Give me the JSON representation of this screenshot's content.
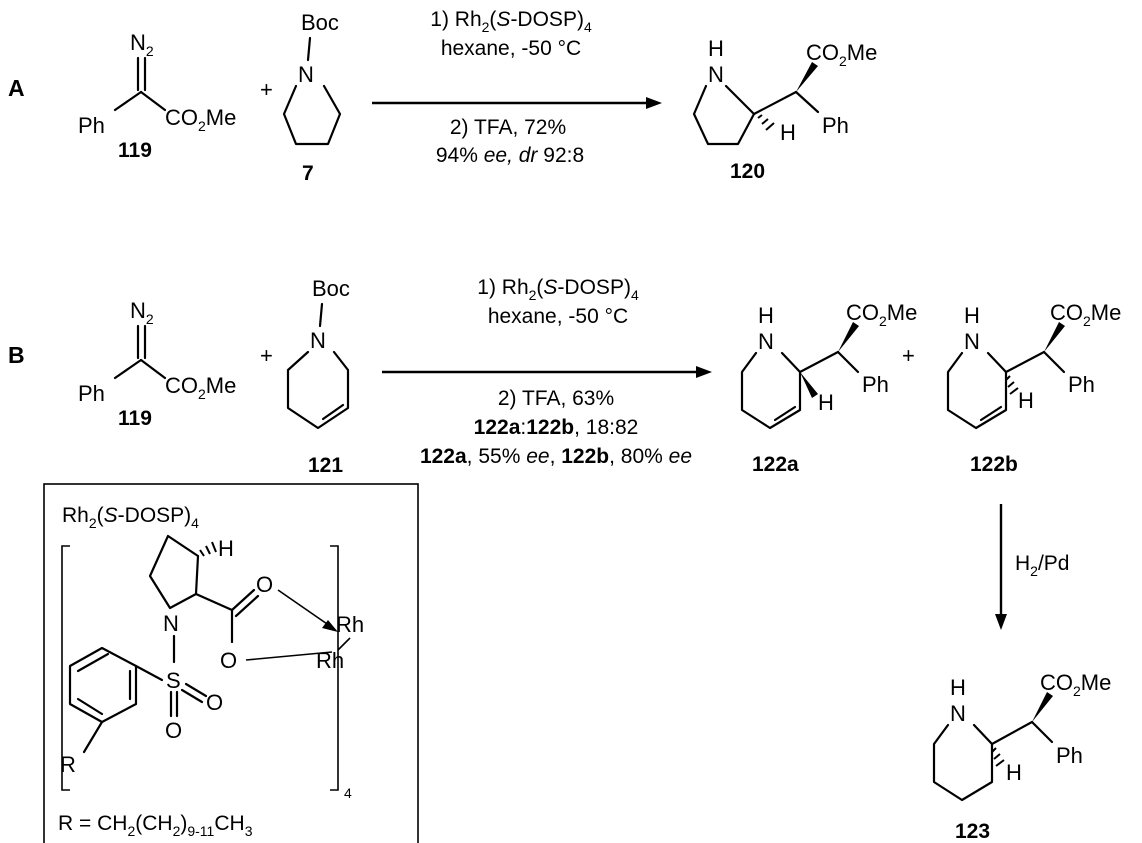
{
  "sections": {
    "a": "A",
    "b": "B"
  },
  "atoms": {
    "n2": "N",
    "n2_sub": "2",
    "ph": "Ph",
    "co2me_co": "CO",
    "co2me_sub": "2",
    "co2me_me": "Me",
    "boc": "Boc",
    "n": "N",
    "nh_h": "H",
    "h": "H",
    "plus": "+",
    "o": "O",
    "s": "S",
    "rh": "Rh",
    "r": "R"
  },
  "compounds": {
    "c119": "119",
    "c7": "7",
    "c120": "120",
    "c121": "121",
    "c122a": "122a",
    "c122b": "122b",
    "c123": "123"
  },
  "reaction_a": {
    "cond1_pre": "1) Rh",
    "cond1_sub": "2",
    "cond1_open": "(",
    "cond1_it": "S",
    "cond1_post": "-DOSP)",
    "cond1_sub2": "4",
    "cond2": "hexane, -50 °C",
    "cond3": "2) TFA, 72%",
    "cond4_pre": "94% ",
    "cond4_ee": "ee,",
    "cond4_dr": " dr",
    "cond4_post": " 92:8"
  },
  "reaction_b": {
    "cond1_pre": "1) Rh",
    "cond1_sub": "2",
    "cond1_open": "(",
    "cond1_it": "S",
    "cond1_post": "-DOSP)",
    "cond1_sub2": "4",
    "cond2": "hexane, -50 °C",
    "cond3": "2) TFA, 63%",
    "ratio_a": "122a",
    "ratio_colon": ":",
    "ratio_b": "122b",
    "ratio_val": ", 18:82",
    "ee_a": "122a",
    "ee_a_val": ", 55% ",
    "ee_word": "ee",
    "ee_sep": ", ",
    "ee_b": "122b",
    "ee_b_val": ", 80% ",
    "ee_word2": "ee"
  },
  "hydrogenation": {
    "label": "H",
    "sub": "2",
    "post": "/Pd"
  },
  "catalyst_box": {
    "title_pre": "Rh",
    "title_sub": "2",
    "title_open": "(",
    "title_it": "S",
    "title_post": "-DOSP)",
    "title_sub2": "4",
    "bracket_sub": "4",
    "r_def_pre": "R = CH",
    "r_sub1": "2",
    "r_mid": "(CH",
    "r_sub2": "2",
    "r_mid2": ")",
    "r_sub3": "9-11",
    "r_mid3": "CH",
    "r_sub4": "3"
  }
}
